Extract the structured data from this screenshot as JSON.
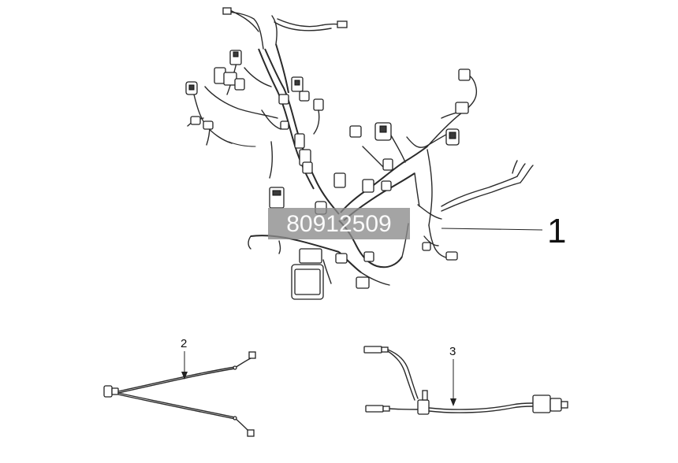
{
  "watermark": {
    "text": "80912509"
  },
  "callouts": [
    {
      "id": "1",
      "label": "1"
    },
    {
      "id": "2",
      "label": "2"
    },
    {
      "id": "3",
      "label": "3"
    }
  ],
  "parts": [
    {
      "callout": "1",
      "icon": "main-wiring-harness-icon"
    },
    {
      "callout": "2",
      "icon": "y-cable-icon"
    },
    {
      "callout": "3",
      "icon": "sensor-cable-icon"
    }
  ]
}
